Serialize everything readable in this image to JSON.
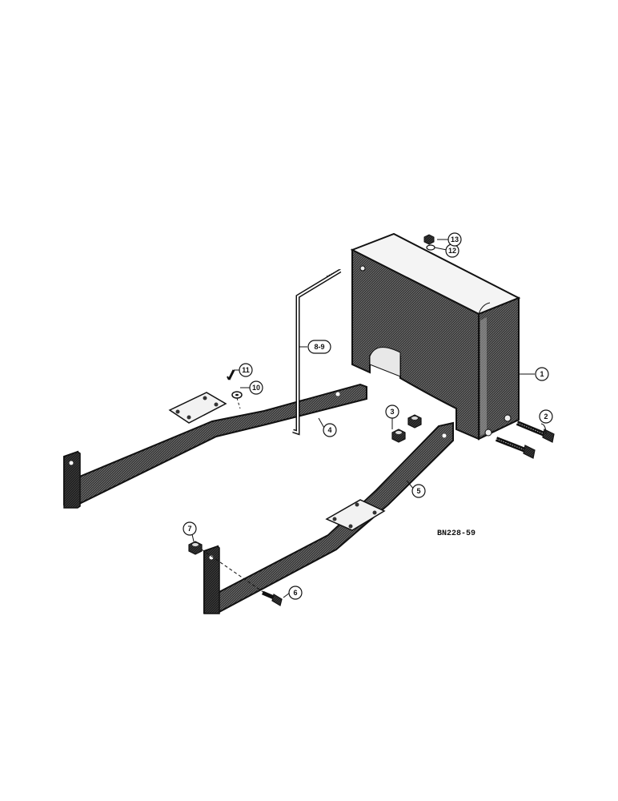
{
  "drawing_code": "BN228-59",
  "callouts": [
    {
      "id": "c1",
      "label": "1"
    },
    {
      "id": "c2",
      "label": "2"
    },
    {
      "id": "c3",
      "label": "3"
    },
    {
      "id": "c4",
      "label": "4"
    },
    {
      "id": "c5",
      "label": "5"
    },
    {
      "id": "c6",
      "label": "6"
    },
    {
      "id": "c7",
      "label": "7"
    },
    {
      "id": "c8",
      "label": "8-9"
    },
    {
      "id": "c10",
      "label": "10"
    },
    {
      "id": "c11",
      "label": "11"
    },
    {
      "id": "c12",
      "label": "12"
    },
    {
      "id": "c13",
      "label": "13"
    }
  ]
}
